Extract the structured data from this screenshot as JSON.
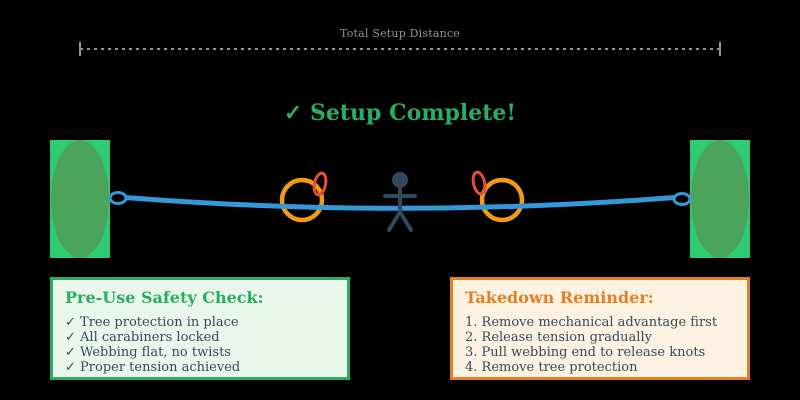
{
  "measurement": {
    "label": "Total Setup Distance"
  },
  "status": {
    "label": "✓ Setup Complete!"
  },
  "safety_box": {
    "title": "Pre-Use Safety Check:",
    "items": [
      "✓ Tree protection in place",
      "✓ All carabiners locked",
      "✓ Webbing flat, no twists",
      "✓ Proper tension achieved"
    ]
  },
  "takedown_box": {
    "title": "Takedown Reminder:",
    "items": [
      "1. Remove mechanical advantage first",
      "2. Release tension gradually",
      "3. Pull webbing end to release knots",
      "4. Remove tree protection"
    ]
  },
  "colors": {
    "background": "#000000",
    "measure_line": "#8d9899",
    "status_green": "#27ae60",
    "tree_trunk_green": "#2ecc71",
    "tree_foliage_green": "#4aa45c",
    "webbing_blue": "#3498db",
    "ring_orange": "#f39c12",
    "carabiner_red": "#e74c3c",
    "figure_slate": "#34495e",
    "safety_box_bg": "#eaf6ec",
    "safety_box_border": "#27ae60",
    "takedown_box_bg": "#fdf2e2",
    "takedown_box_border": "#e67e22"
  }
}
